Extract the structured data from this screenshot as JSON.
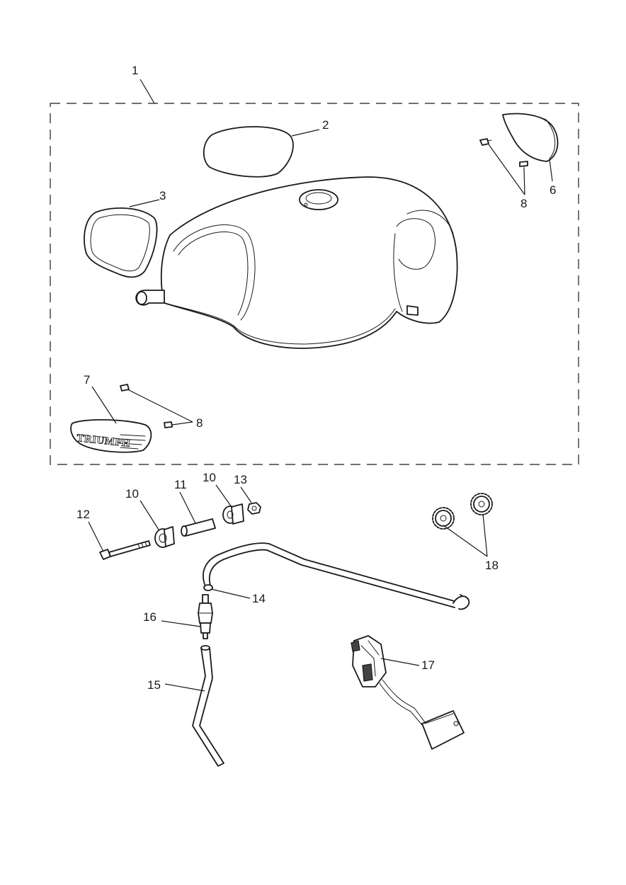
{
  "callouts": {
    "c1": "1",
    "c2": "2",
    "c3": "3",
    "c6": "6",
    "c8a": "8",
    "c7": "7",
    "c8b": "8",
    "c10a": "10",
    "c10b": "10",
    "c11": "11",
    "c12": "12",
    "c13": "13",
    "c14": "14",
    "c15": "15",
    "c16": "16",
    "c17": "17",
    "c18": "18"
  },
  "badge": {
    "logo_text": "TRIUMPH"
  },
  "colors": {
    "line": "#1a1a1a",
    "background": "#ffffff"
  }
}
